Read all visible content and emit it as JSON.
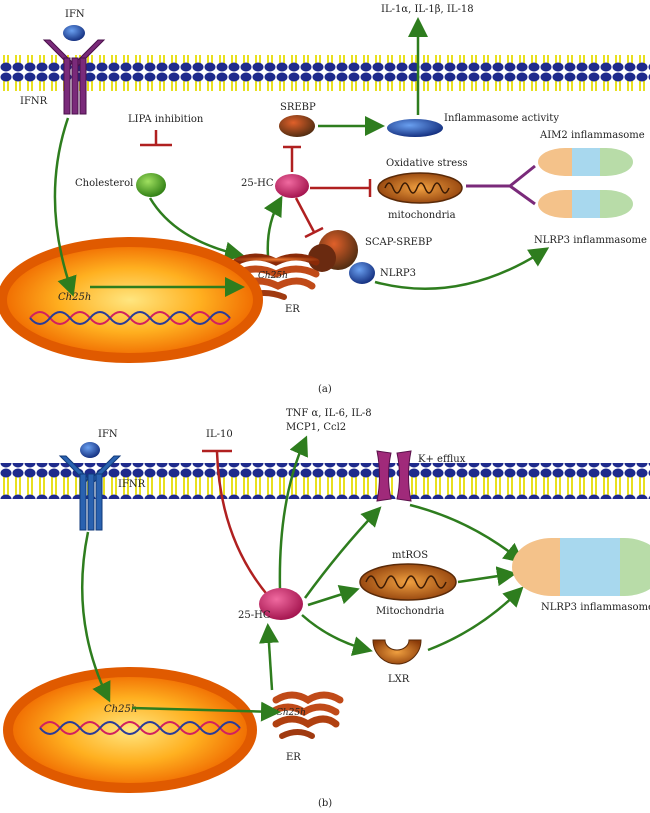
{
  "panel_a": {
    "ifn": "IFN",
    "ifnr": "IFNR",
    "cytokines": "IL-1α, IL-1β, IL-18",
    "srebp": "SREBP",
    "inflammasome_activity": "Inflammasome activity",
    "aim2": "AIM2 inflammasome",
    "lipa": "LIPA inhibition",
    "cholesterol": "Cholesterol",
    "hc25": "25-HC",
    "oxidative_stress": "Oxidative stress",
    "mitochondria": "mitochondria",
    "scap": "SCAP-SREBP",
    "nlrp3_inflammasome": "NLRP3 inflammasome",
    "ch25h_er": "Ch25h",
    "nlrp3": "NLRP3",
    "ch25h_gene": "Ch25h",
    "er": "ER",
    "caption": "(a)"
  },
  "panel_b": {
    "ifn": "IFN",
    "ifnr": "IFNR",
    "il10": "IL-10",
    "cytokines_1": "TNF α, IL-6, IL-8",
    "cytokines_2": "MCP1, Ccl2",
    "k_efflux": "K+ efflux",
    "mtros": "mtROS",
    "mitochondria": "Mitochondria",
    "nlrp3_inflammasome": "NLRP3 inflammasome",
    "hc25": "25-HC",
    "lxr": "LXR",
    "ch25h_gene": "Ch25h",
    "ch25h_er": "Ch25h",
    "er": "ER",
    "caption": "(b)"
  },
  "colors": {
    "membrane": "#f2ec2c",
    "membrane_heads": "#1e2a8c",
    "activation": "#2e7d1e",
    "inhibition": "#b02020",
    "nucleus": "#f07a10",
    "hc25": "#d0307a",
    "ifnr_a": "#7a2a7a",
    "ifnr_b": "#2a62b0"
  }
}
